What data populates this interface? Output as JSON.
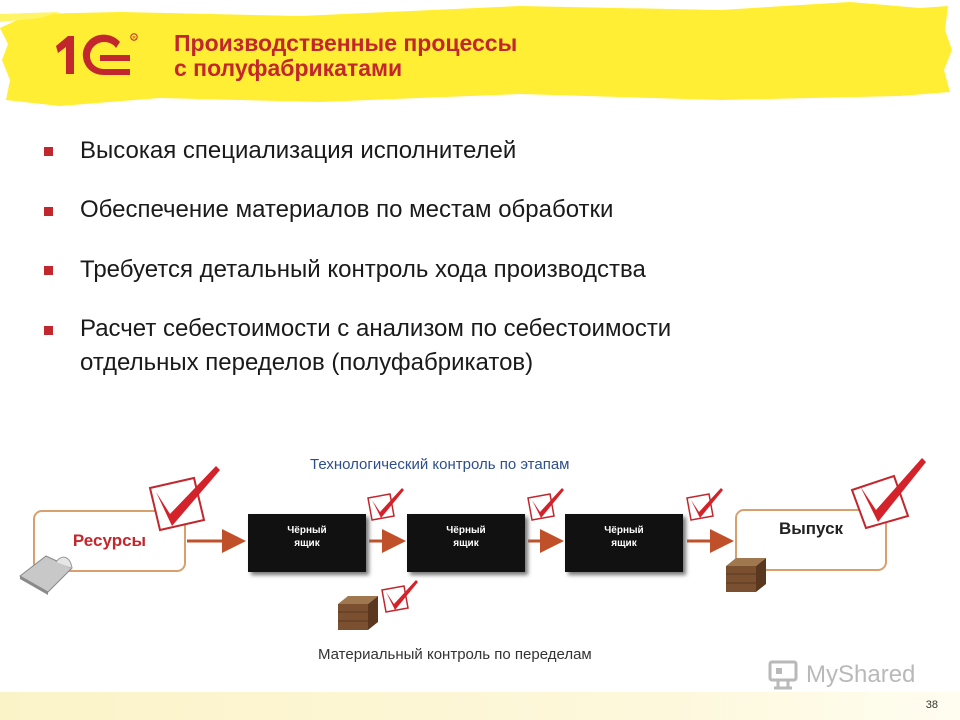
{
  "slide": {
    "title_line1": "Производственные процессы",
    "title_line2": "с полуфабрикатами",
    "page_number": "38"
  },
  "bullets": [
    {
      "text": "Высокая специализация исполнителей"
    },
    {
      "text": "Обеспечение материалов по местам обработки"
    },
    {
      "text": "Требуется детальный контроль хода производства"
    },
    {
      "text": "Расчет себестоимости с анализом по себестоимости",
      "text2": "отдельных переделов (полуфабрикатов)"
    }
  ],
  "diagram": {
    "tech_caption": "Технологический контроль по этапам",
    "material_caption": "Материальный контроль по переделам",
    "start_label": "Ресурсы",
    "end_label": "Выпуск",
    "black_box_label": "Чёрный\nящик"
  },
  "watermark": {
    "text": "MyShared"
  },
  "colors": {
    "accent_red": "#c2272d",
    "highlight_yellow": "#ffee33",
    "caption_blue": "#2e4f8a"
  }
}
